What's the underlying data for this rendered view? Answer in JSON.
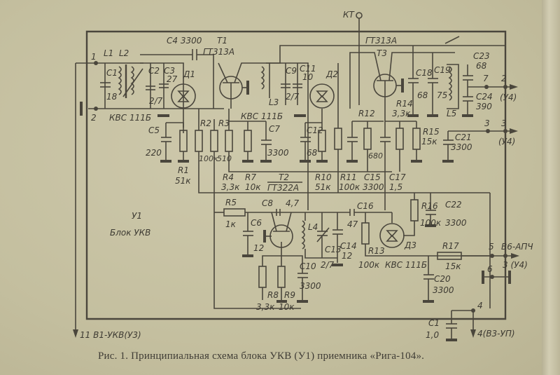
{
  "figure": {
    "caption": "Рис. 1. Принципиальная схема блока УКВ (У1) приемника «Рига-104».",
    "block_designator": "У1",
    "block_name": "Блок УКВ",
    "test_point": "КТ"
  },
  "terminals": {
    "in1": "1",
    "in2": "2",
    "out7": "7",
    "out2": "2",
    "out2_dest": "(У4)",
    "out3a": "3",
    "out3b": "3",
    "out3_dest": "(У4)",
    "t5": "5",
    "t5_label": "В6-АПЧ",
    "t5_dest": "3 (У4)",
    "t6": "6",
    "t4": "4",
    "t4_label": "4(В3-УП)",
    "t11_label": "11  В1-УКВ(У3)"
  },
  "components": {
    "L1": "L1",
    "L2": "L2",
    "L3": "L3",
    "L4": "L4",
    "L5": "L5",
    "T1": "T1",
    "T1_type": "ГТ313А",
    "T2": "T2",
    "T2_type": "ГТ322А",
    "T3": "T3",
    "T3_type": "ГТ313А",
    "D1": "Д1",
    "D2": "Д2",
    "D3": "Д3",
    "D1_type": "КВС 111Б",
    "D2_type": "КВС 111Б",
    "D3_type": "КВС 111Б",
    "C1": "C1",
    "C1_val": "18",
    "C2": "C2",
    "C2_val": "2/7",
    "C3": "C3",
    "C3_val": "27",
    "C4": "C4 3300",
    "C5": "C5",
    "C5_val": "220",
    "C6": "C6",
    "C6_val": "12",
    "C7": "C7",
    "C7_val": "3300",
    "C8": "C8",
    "C8_val": "4,7",
    "C9": "C9",
    "C9_val": "2/7",
    "C10": "C10",
    "C10_val": "3300",
    "C11": "C11",
    "C11_val": "10",
    "C12": "C12",
    "C12_val": "68",
    "C13": "C13",
    "C13_val": "2/7",
    "C14": "C14",
    "C14_val": "12",
    "C15": "C15",
    "C15_val": "3300",
    "C16": "C16",
    "C16_val": "47",
    "C17": "C17",
    "C17_val": "1,5",
    "C18": "C18",
    "C18_val": "68",
    "C19": "C19",
    "C19_val": "75",
    "C20": "C20",
    "C20_val": "3300",
    "C21": "C21",
    "C21_val": "3300",
    "C22": "C22",
    "C22_val": "3300",
    "C23": "C23",
    "C23_val": "68",
    "C24": "C24",
    "C24_val": "390",
    "Cext": "C1",
    "Cext_val": "1,0",
    "R1": "R1",
    "R1_val": "51к",
    "R2": "R2",
    "R2_val": "100к",
    "R3": "R3",
    "R3_val": "510",
    "R4": "R4",
    "R4_val": "3,3к",
    "R5": "R5",
    "R5_val": "1к",
    "R7": "R7",
    "R7_val": "10к",
    "R8": "R8",
    "R8_val": "3,3к",
    "R9": "R9",
    "R9_val": "10к",
    "R10": "R10",
    "R10_val": "51к",
    "R11": "R11",
    "R11_val": "100к",
    "R12": "R12",
    "R12_val": "680",
    "R13": "R13",
    "R13_val": "100к",
    "R14": "R14",
    "R14_val": "3,3к",
    "R15": "R15",
    "R15_val": "15к",
    "R16": "R16",
    "R16_val": "100к",
    "R17": "R17",
    "R17_val": "15к"
  },
  "colors": {
    "paper": "#c9c3a4",
    "ink": "#4a463c"
  }
}
